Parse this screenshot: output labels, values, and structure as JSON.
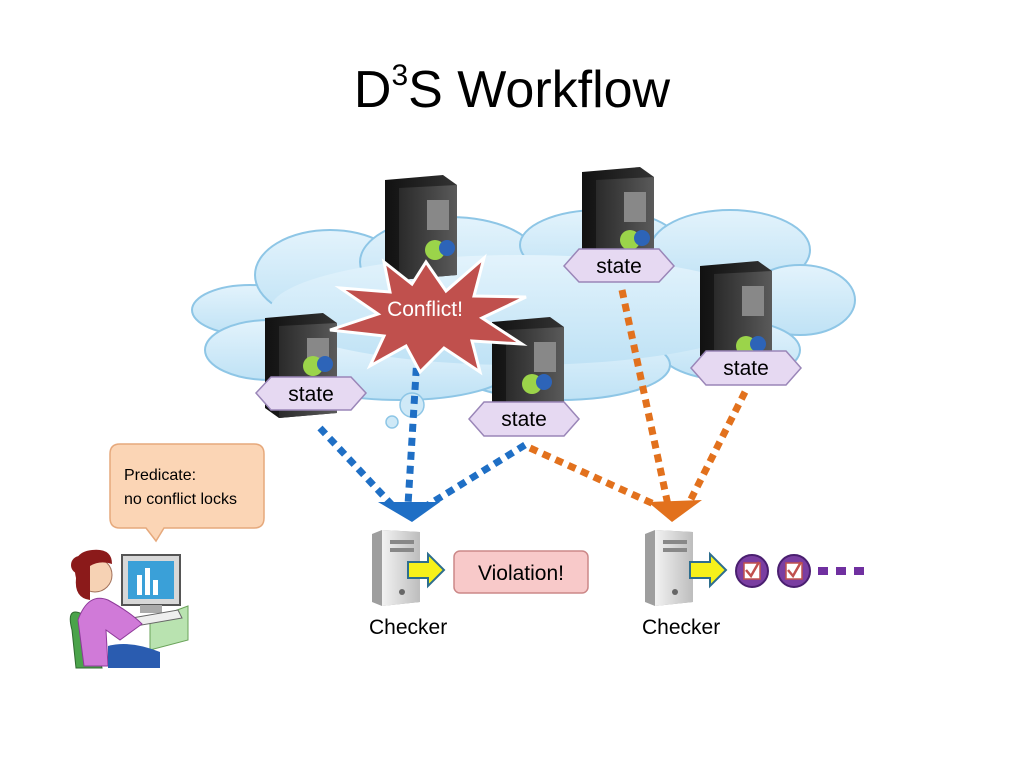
{
  "slide": {
    "title": {
      "prefix": "D",
      "sup": "3",
      "suffix": "S Workflow"
    }
  },
  "diagram": {
    "state_labels": [
      "state",
      "state",
      "state",
      "state"
    ],
    "conflict_label": "Conflict!",
    "violation_label": "Violation!",
    "checker_labels": [
      "Checker",
      "Checker"
    ],
    "predicate": {
      "line1": "Predicate:",
      "line2": "no conflict locks"
    },
    "ellipsis": "...",
    "colors": {
      "cloud": "#cfe9f7",
      "blue_arrows": "#1f6fc5",
      "orange_arrows": "#e2711d",
      "state_box": "#e6d9f2",
      "conflict": "#c0504d",
      "violation": "#f8c9c9",
      "predicate_box": "#fbd5b5",
      "ellipsis": "#7030a0"
    }
  }
}
